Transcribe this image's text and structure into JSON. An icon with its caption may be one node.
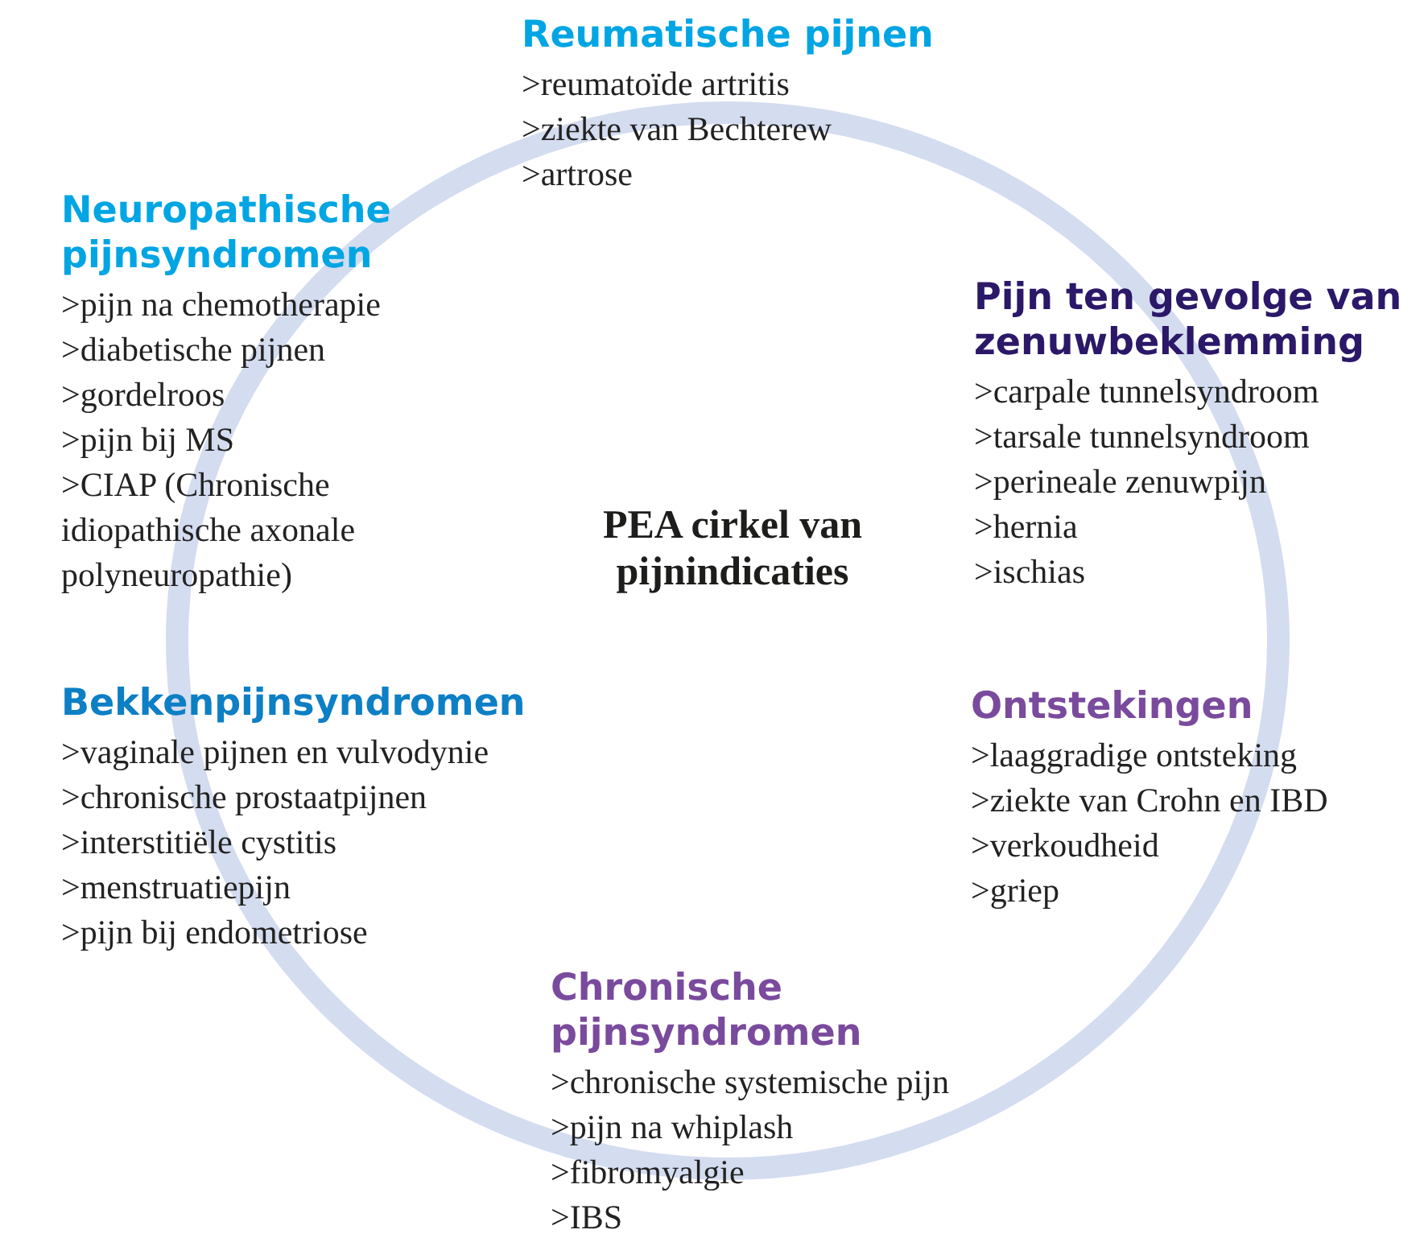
{
  "diagram": {
    "labels": [
      "Reumatische pijnen",
      ">reumatoïde artritis",
      ">ziekte van Bechterew",
      ">artrose",
      "Neuropathische pijnsyndromen",
      ">pijn na chemotherapie",
      ">diabetische pijnen",
      ">gordelroos",
      ">pijn bij MS",
      ">CIAP (Chronische idiopathische axonale polyneuropathie)",
      "Pijn ten gevolge van zenuwbeklemming",
      ">carpale tunnelsyndroom",
      ">tarsale tunnelsyndroom",
      ">perineale zenuwpijn",
      ">hernia",
      ">ischias",
      "PEA cirkel van pijnindicaties",
      "Bekkenpijnsyndromen",
      ">vaginale pijnen en vulvodynie",
      ">chronische prostaatpijnen",
      ">interstitiële cystitis",
      ">menstruatiepijn",
      ">pijn bij endometriose",
      "Ontstekingen",
      ">laaggradige ontsteking",
      ">ziekte van Crohn en IBD",
      ">verkoudheid",
      ">griep",
      "Chronische pijnsyndromen",
      ">chronische systemische pijn",
      ">pijn na whiplash",
      ">fibromyalgie",
      ">IBS"
    ]
  }
}
